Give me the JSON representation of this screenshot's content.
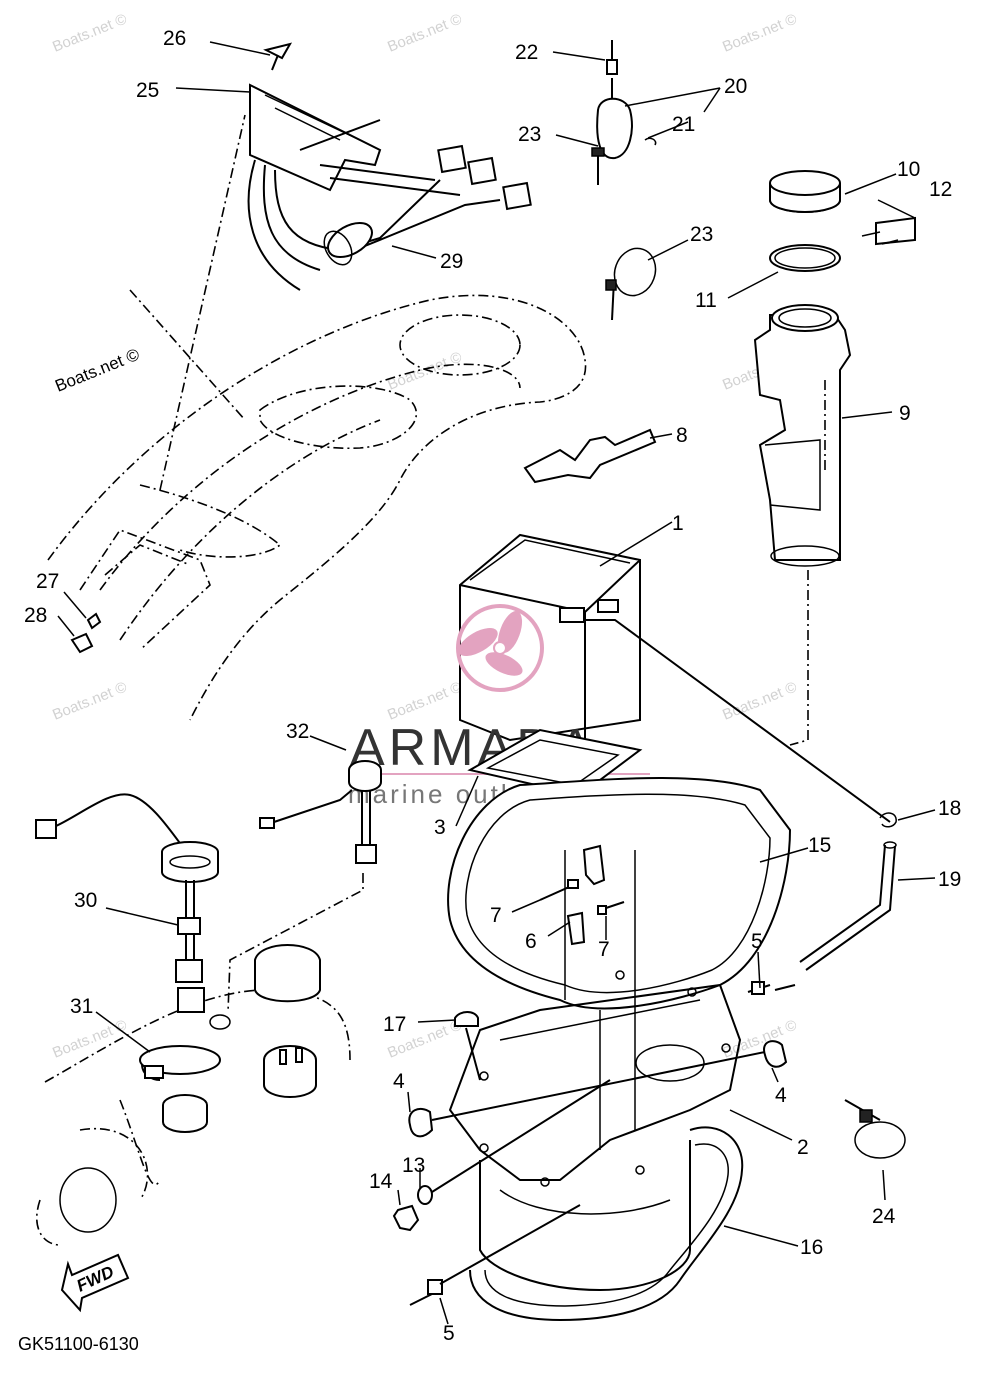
{
  "diagram_code": "GK51100-6130",
  "direction_marker": "FWD",
  "logo": {
    "name": "ARMADA",
    "tagline": "marine outboards",
    "color_primary": "#e3a3c0",
    "color_text": "#333333"
  },
  "watermark_text": "Boats.net ©",
  "watermark_bold": "Boats.net ©",
  "callouts": {
    "c1": "1",
    "c2": "2",
    "c3": "3",
    "c4a": "4",
    "c4b": "4",
    "c5a": "5",
    "c5b": "5",
    "c6": "6",
    "c7a": "7",
    "c7b": "7",
    "c8": "8",
    "c9": "9",
    "c10": "10",
    "c11": "11",
    "c12": "12",
    "c13": "13",
    "c14": "14",
    "c15": "15",
    "c16": "16",
    "c17": "17",
    "c18": "18",
    "c19": "19",
    "c20": "20",
    "c21": "21",
    "c22": "22",
    "c23a": "23",
    "c23b": "23",
    "c24": "24",
    "c25": "25",
    "c26": "26",
    "c27": "27",
    "c28": "28",
    "c29": "29",
    "c30": "30",
    "c31": "31",
    "c32": "32"
  }
}
